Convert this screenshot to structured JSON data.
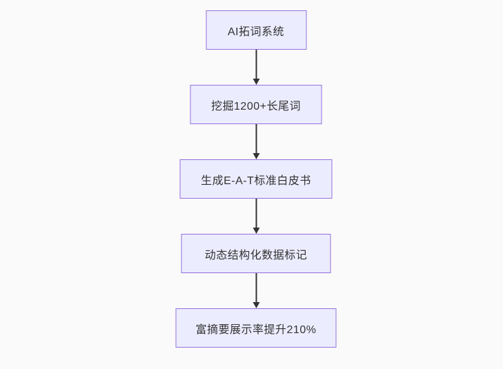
{
  "theme": {
    "background": "#fafafa",
    "node_fill": "#ececff",
    "node_border": "#9370db",
    "arrow_color": "#333333",
    "text_color": "#333333"
  },
  "diagram": {
    "type": "flowchart",
    "direction": "top-down",
    "nodes": [
      {
        "id": "n1",
        "label": "AI拓词系统"
      },
      {
        "id": "n2",
        "label": "挖掘1200+长尾词"
      },
      {
        "id": "n3",
        "label": "生成E-A-T标准白皮书"
      },
      {
        "id": "n4",
        "label": "动态结构化数据标记"
      },
      {
        "id": "n5",
        "label": "富摘要展示率提升210%"
      }
    ],
    "edges": [
      {
        "from": "n1",
        "to": "n2"
      },
      {
        "from": "n2",
        "to": "n3"
      },
      {
        "from": "n3",
        "to": "n4"
      },
      {
        "from": "n4",
        "to": "n5"
      }
    ]
  }
}
